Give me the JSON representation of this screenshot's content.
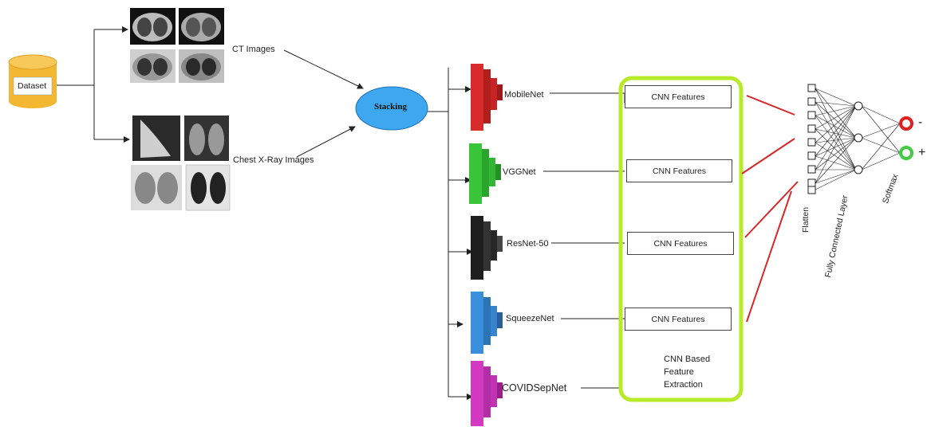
{
  "dataset": {
    "label": "Dataset"
  },
  "inputs": {
    "ct_label": "CT Images",
    "xray_label": "Chest X-Ray Images"
  },
  "stacking": {
    "label": "Stacking"
  },
  "models": [
    {
      "name": "MobileNet",
      "color": "#d92b2b"
    },
    {
      "name": "VGGNet",
      "color": "#39c43a"
    },
    {
      "name": "ResNet-50",
      "color": "#1e1e1e"
    },
    {
      "name": "SqueezeNet",
      "color": "#3a8fdc"
    },
    {
      "name": "COVIDSepNet",
      "color": "#d23ac4"
    }
  ],
  "features": {
    "box_label": "CNN Features",
    "panel_label": [
      "CNN Based",
      "Feature",
      "Extraction"
    ],
    "panel_color": "#b8ea2a"
  },
  "classifier": {
    "flatten_label": "Flatten",
    "fc_label": "Fully Connected Layer",
    "softmax_label": "Softmax",
    "negative_sign": "-",
    "positive_sign": "+",
    "negative_color": "#e02020",
    "positive_color": "#3fcc3f"
  },
  "stacking_color": "#3da8f0",
  "dataset_color": "#f4b731"
}
